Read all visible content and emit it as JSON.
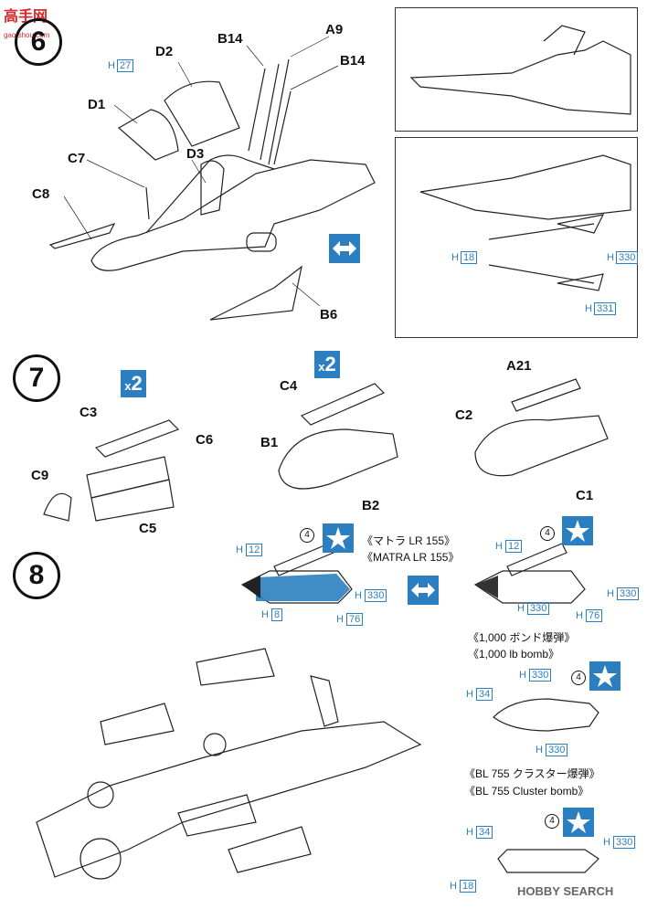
{
  "brand": {
    "cn": "高手网",
    "url": "gao.shou.com"
  },
  "watermark": {
    "text": "HOBBY SEARCH"
  },
  "steps": [
    "6",
    "7",
    "8"
  ],
  "step6": {
    "parts": [
      "D2",
      "B14",
      "A9",
      "B14",
      "D1",
      "D3",
      "C7",
      "C8",
      "B6"
    ],
    "h27": {
      "prefix": "H",
      "num": "27"
    },
    "inset": {
      "h18": {
        "prefix": "H",
        "num": "18"
      },
      "h330": {
        "prefix": "H",
        "num": "330"
      },
      "h331": {
        "prefix": "H",
        "num": "331"
      }
    }
  },
  "step7": {
    "group1": {
      "qty": "2",
      "parts": [
        "C3",
        "C6",
        "C9",
        "C5"
      ]
    },
    "group2": {
      "qty": "2",
      "parts": [
        "C4",
        "B1",
        "B2"
      ]
    },
    "group3": {
      "parts": [
        "A21",
        "C2",
        "C1"
      ]
    }
  },
  "step8": {
    "matra": {
      "jp": "《マトラ LR 155》",
      "en": "《MATRA LR 155》"
    },
    "bomb1000": {
      "jp": "《1,000 ボンド爆弾》",
      "en": "《1,000 lb bomb》"
    },
    "bl755": {
      "jp": "《BL 755 クラスター爆弾》",
      "en": "《BL 755 Cluster bomb》"
    },
    "circle_num": "4",
    "h_labels": {
      "h12": "12",
      "h8": "8",
      "h76": "76",
      "h330": "330",
      "h34": "34",
      "h18": "18"
    }
  },
  "colors": {
    "accent": "#2b7fc0",
    "red": "#d42a2a"
  }
}
